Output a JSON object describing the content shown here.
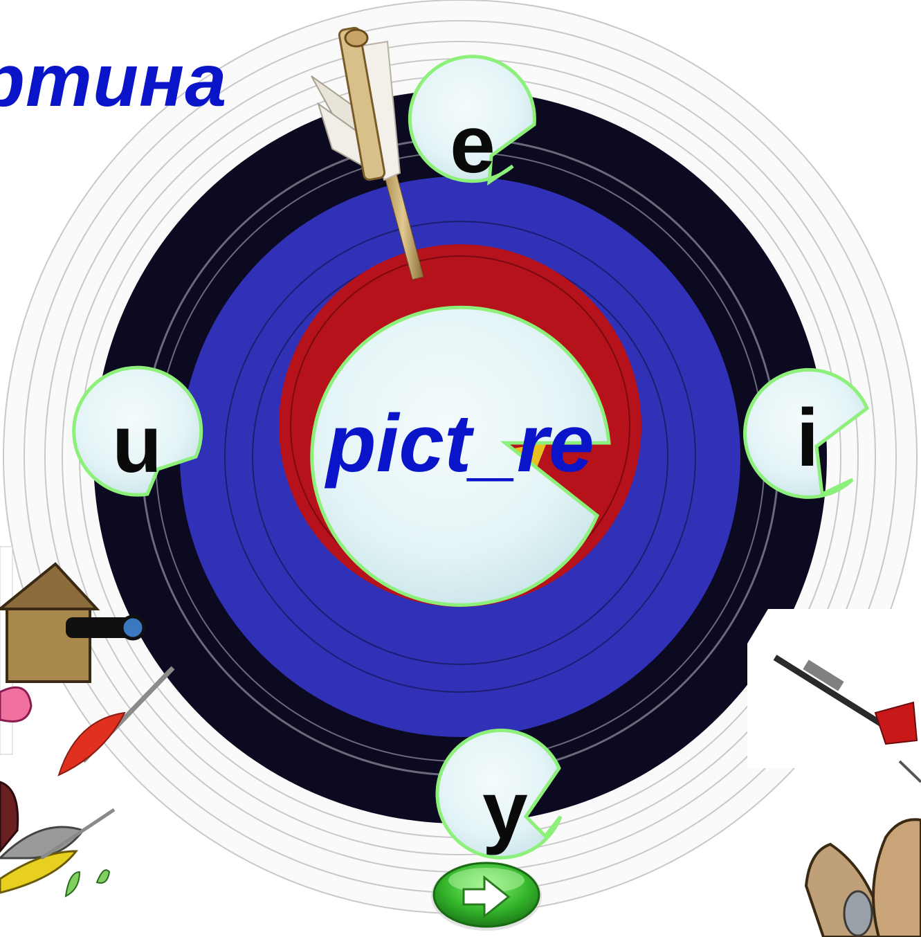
{
  "title": "ртина",
  "word": "pict_re",
  "letters": [
    {
      "id": "e",
      "label": "e"
    },
    {
      "id": "u",
      "label": "u"
    },
    {
      "id": "i",
      "label": "i"
    },
    {
      "id": "y",
      "label": "y"
    }
  ],
  "colors": {
    "title": "#0a14c8",
    "bubble_stroke": "#8cf07a",
    "bubble_fill": "#e6f6f8",
    "target_black": "#0c0a20",
    "target_blue": "#3030b4",
    "target_red": "#b4141e",
    "next_button": "#3cc030"
  },
  "icons": {
    "arrow": "arrow-in-target-icon",
    "dart": "dart-icon",
    "next": "next-arrow-icon",
    "birdhouse": "birdhouse-icon"
  }
}
